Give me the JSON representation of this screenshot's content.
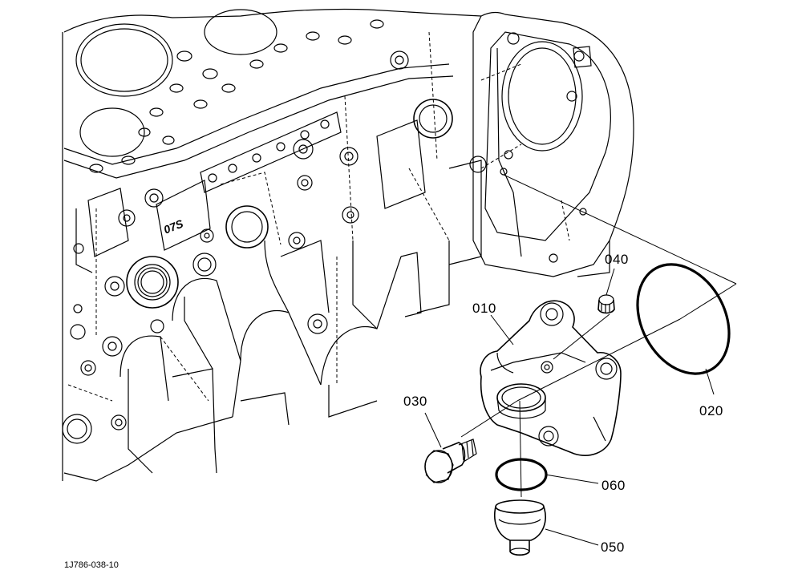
{
  "diagram": {
    "drawing_code": "1J786-038-10",
    "engine_block_marking": "07S",
    "parts": [
      {
        "ref": "010"
      },
      {
        "ref": "020"
      },
      {
        "ref": "030"
      },
      {
        "ref": "040"
      },
      {
        "ref": "050"
      },
      {
        "ref": "060"
      }
    ]
  }
}
